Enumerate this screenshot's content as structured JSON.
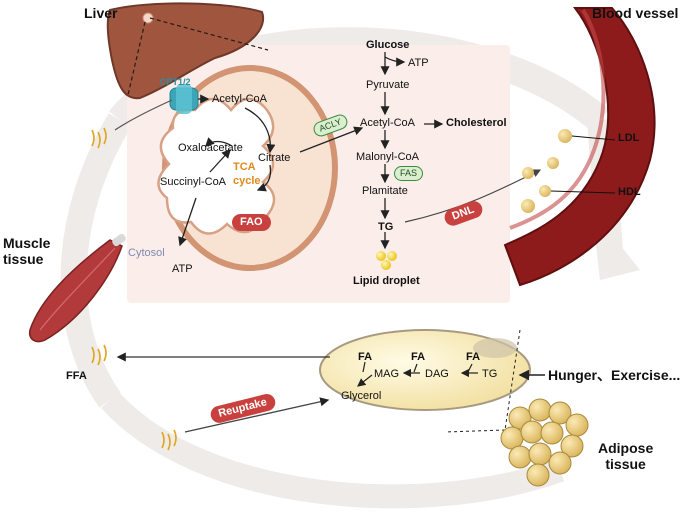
{
  "labels": {
    "liver": "Liver",
    "blood_vessel": "Blood vessel",
    "muscle_tissue": "Muscle\ntissue",
    "adipose_tissue": "Adipose\ntissue",
    "cytosol": "Cytosol",
    "ffa": "FFA",
    "hunger_exercise": "Hunger、Exercise...",
    "ldl": "LDL",
    "hdl": "HDL"
  },
  "mito": {
    "cpt": "CPT1/2",
    "acetyl_coa": "Acetyl-CoA",
    "oxaloacetate": "Oxaloacetate",
    "citrate": "Citrate",
    "succinyl_coa": "Succinyl-CoA",
    "tca": "TCA",
    "cycle": "cycle",
    "fao": "FAO",
    "atp": "ATP"
  },
  "cytosol_path": {
    "glucose": "Glucose",
    "atp": "ATP",
    "pyruvate": "Pyruvate",
    "acetyl_coa": "Acetyl-CoA",
    "cholesterol": "Cholesterol",
    "malonyl_coa": "Malonyl-CoA",
    "fas": "FAS",
    "plamitate": "Plamitate",
    "tg": "TG",
    "lipid_droplet": "Lipid droplet",
    "acly": "ACLY",
    "dnl": "DNL"
  },
  "adipocyte": {
    "fa1": "FA",
    "fa2": "FA",
    "fa3": "FA",
    "mag": "MAG",
    "dag": "DAG",
    "tg": "TG",
    "glycerol": "Glycerol",
    "reuptake": "Reuptake"
  },
  "colors": {
    "panel": "#fbeeea",
    "mito_fill": "#f8e3d3",
    "mito_stroke": "#d29472",
    "pill_red": "#c8413e",
    "tca_orange": "#e08a1e",
    "cpt_teal": "#3aa6b8",
    "vessel_red": "#8e1b1b",
    "liver_brown": "#a0553f",
    "muscle_red": "#b33a3a",
    "fat_yellow": "#f2dc8a"
  }
}
